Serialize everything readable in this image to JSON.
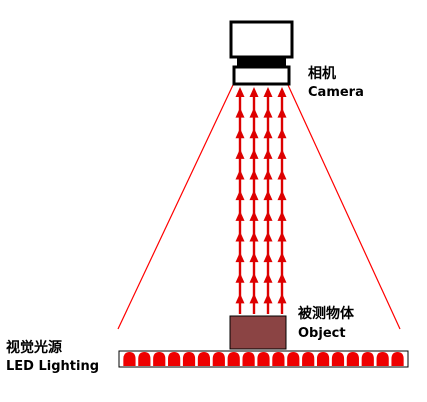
{
  "labels": {
    "camera_cn": "相机",
    "camera_en": "Camera",
    "object_cn": "被测物体",
    "object_en": "Object",
    "light_cn": "视觉光源",
    "light_en": "LED Lighting"
  },
  "colors": {
    "light_ray": "#ff0000",
    "arrow": "#dd0000",
    "led": "#ee0000",
    "object_fill": "#8b4444",
    "outline": "#000000"
  },
  "led_count": 19,
  "arrow_columns": 4,
  "arrowheads_per_column": 11
}
